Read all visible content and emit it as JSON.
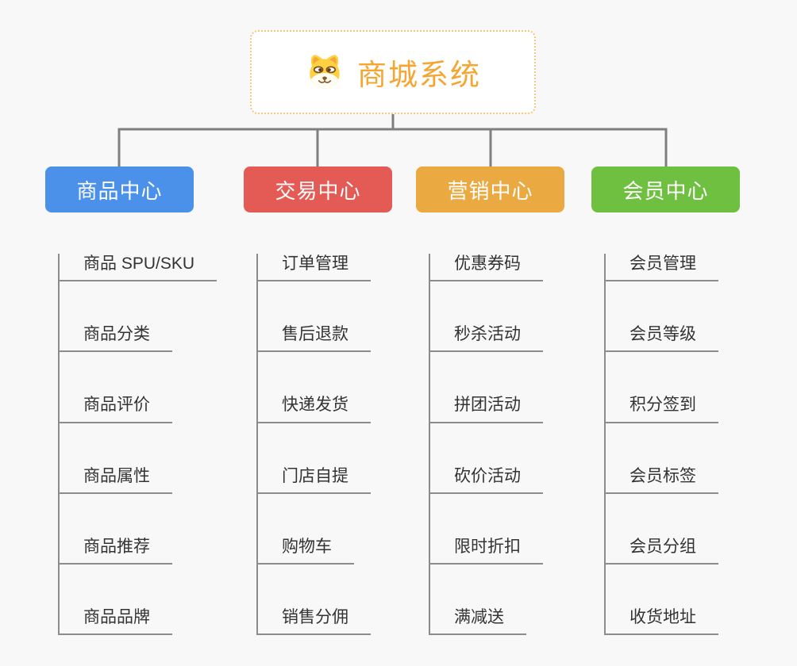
{
  "root": {
    "title": "商城系统",
    "icon": "doge-icon",
    "text_color": "#f5a632",
    "border_color": "#f6c878"
  },
  "connector_color": "#7f7f7f",
  "leaf_line_color": "#8c8c8c",
  "background_color": "#f8f8f8",
  "branches": [
    {
      "label": "商品中心",
      "color": "#4b91ea",
      "items": [
        "商品 SPU/SKU",
        "商品分类",
        "商品评价",
        "商品属性",
        "商品推荐",
        "商品品牌"
      ]
    },
    {
      "label": "交易中心",
      "color": "#e45b55",
      "items": [
        "订单管理",
        "售后退款",
        "快递发货",
        "门店自提",
        "购物车",
        "销售分佣"
      ]
    },
    {
      "label": "营销中心",
      "color": "#ebaa41",
      "items": [
        "优惠券码",
        "秒杀活动",
        "拼团活动",
        "砍价活动",
        "限时折扣",
        "满减送"
      ]
    },
    {
      "label": "会员中心",
      "color": "#6fc040",
      "items": [
        "会员管理",
        "会员等级",
        "积分签到",
        "会员标签",
        "会员分组",
        "收货地址"
      ]
    }
  ]
}
